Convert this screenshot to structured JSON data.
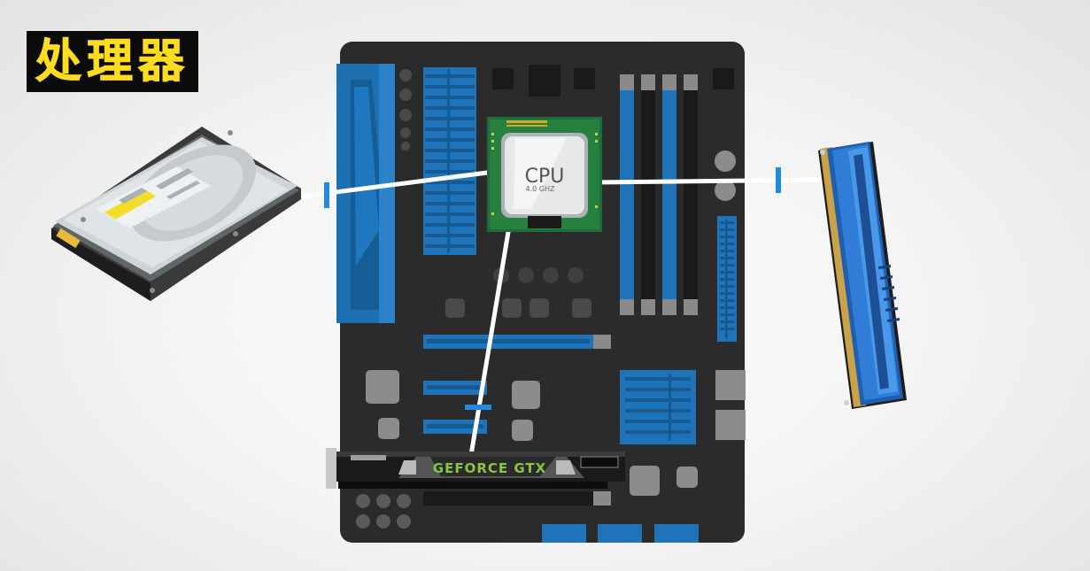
{
  "title": "处理器",
  "cpu": {
    "label": "CPU",
    "speed": "4.0 GHZ"
  },
  "gpu": {
    "label": "GEFORCE GTX"
  },
  "colors": {
    "board": "#2b2b2b",
    "accent_blue": "#1f74b9",
    "title_yellow": "#ffdc1e",
    "title_bg": "#0b0b0b",
    "cpu_green": "#1f6b3a",
    "gpu_green": "#8cc63f",
    "connector_white": "#ffffff"
  },
  "components": [
    "hard-drive",
    "motherboard",
    "cpu",
    "ram-stick",
    "graphics-card"
  ]
}
